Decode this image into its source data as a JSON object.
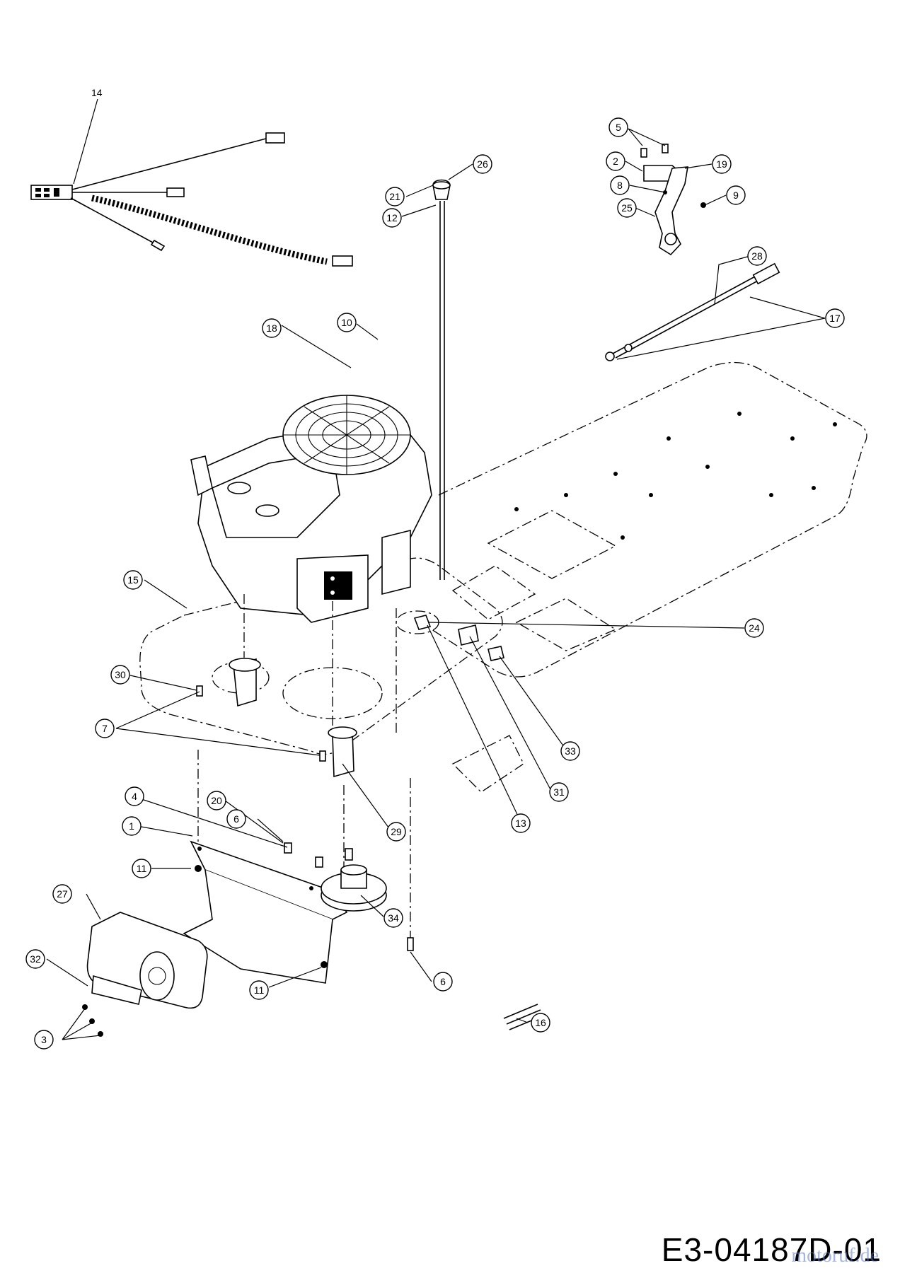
{
  "diagram": {
    "code": "E3-04187D-01",
    "watermark": "motoruf.de",
    "callouts": [
      {
        "id": "c14",
        "label": "14"
      },
      {
        "id": "c5",
        "label": "5"
      },
      {
        "id": "c2",
        "label": "2"
      },
      {
        "id": "c19",
        "label": "19"
      },
      {
        "id": "c8",
        "label": "8"
      },
      {
        "id": "c9",
        "label": "9"
      },
      {
        "id": "c25",
        "label": "25"
      },
      {
        "id": "c26",
        "label": "26"
      },
      {
        "id": "c21",
        "label": "21"
      },
      {
        "id": "c12",
        "label": "12"
      },
      {
        "id": "c28",
        "label": "28"
      },
      {
        "id": "c17",
        "label": "17"
      },
      {
        "id": "c18",
        "label": "18"
      },
      {
        "id": "c10",
        "label": "10"
      },
      {
        "id": "c15",
        "label": "15"
      },
      {
        "id": "c24",
        "label": "24"
      },
      {
        "id": "c30",
        "label": "30"
      },
      {
        "id": "c7",
        "label": "7"
      },
      {
        "id": "c33",
        "label": "33"
      },
      {
        "id": "c31",
        "label": "31"
      },
      {
        "id": "c13",
        "label": "13"
      },
      {
        "id": "c29",
        "label": "29"
      },
      {
        "id": "c4",
        "label": "4"
      },
      {
        "id": "c20",
        "label": "20"
      },
      {
        "id": "c1",
        "label": "1"
      },
      {
        "id": "c6a",
        "label": "6"
      },
      {
        "id": "c11a",
        "label": "11"
      },
      {
        "id": "c27",
        "label": "27"
      },
      {
        "id": "c34",
        "label": "34"
      },
      {
        "id": "c32",
        "label": "32"
      },
      {
        "id": "c11b",
        "label": "11"
      },
      {
        "id": "c6b",
        "label": "6"
      },
      {
        "id": "c3",
        "label": "3"
      },
      {
        "id": "c16",
        "label": "16"
      }
    ]
  }
}
